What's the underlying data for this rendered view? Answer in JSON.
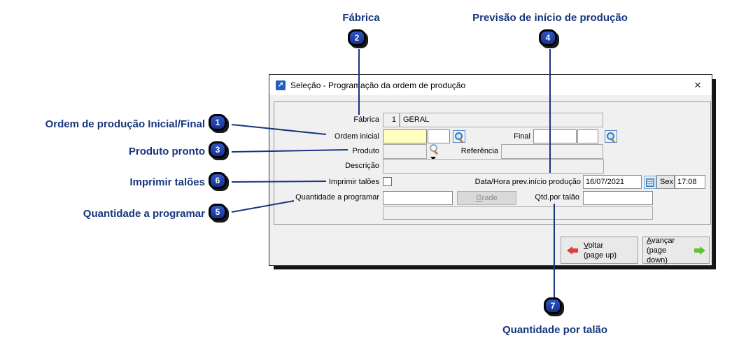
{
  "window": {
    "title": "Seleção - Programação da ordem de produção"
  },
  "icons": {
    "app": "↗",
    "close": "×"
  },
  "form": {
    "fabrica": {
      "label": "Fábrica",
      "code": "1",
      "name": "GERAL"
    },
    "ordem": {
      "label": "Ordem inicial",
      "initial_value": "",
      "initial_seq": "",
      "final_label": "Final",
      "final_value": "",
      "final_seq": ""
    },
    "produto": {
      "label": "Produto",
      "value": "",
      "referencia_label": "Referência",
      "referencia_value": ""
    },
    "descricao": {
      "label": "Descrição",
      "value": ""
    },
    "imprimir": {
      "label": "Imprimir talões",
      "checked": false
    },
    "data_hora": {
      "label": "Data/Hora prev.início produção",
      "date": "16/07/2021",
      "weekday": "Sex",
      "time": "17:08"
    },
    "quantidade": {
      "label": "Quantidade a programar",
      "value": "",
      "grade_accel": "G",
      "grade_rest": "rade"
    },
    "qtd_talao": {
      "label": "Qtd.por talão",
      "value": ""
    },
    "resultado": {
      "value": ""
    }
  },
  "buttons": {
    "voltar": {
      "accel": "V",
      "rest": "oltar",
      "line2": "(page up)"
    },
    "avancar": {
      "accel": "A",
      "rest": "vançar",
      "line2": "(page down)"
    }
  },
  "annotations": [
    {
      "number": "1",
      "label": "Ordem de produção Inicial/Final"
    },
    {
      "number": "2",
      "label": "Fábrica"
    },
    {
      "number": "3",
      "label": "Produto pronto"
    },
    {
      "number": "4",
      "label": "Previsão de início de produção"
    },
    {
      "number": "5",
      "label": "Quantidade a programar"
    },
    {
      "number": "6",
      "label": "Imprimir talões"
    },
    {
      "number": "7",
      "label": "Quantidade por talão"
    }
  ],
  "colors": {
    "annotation_navy": "#16367e",
    "badge_blue": "#1d3fa8",
    "highlight_yellow": "#ffffbe",
    "voltar_arrow_red": "#de4040",
    "avancar_arrow_green": "#5fc230",
    "dialog_bg": "#f0f0f0"
  }
}
